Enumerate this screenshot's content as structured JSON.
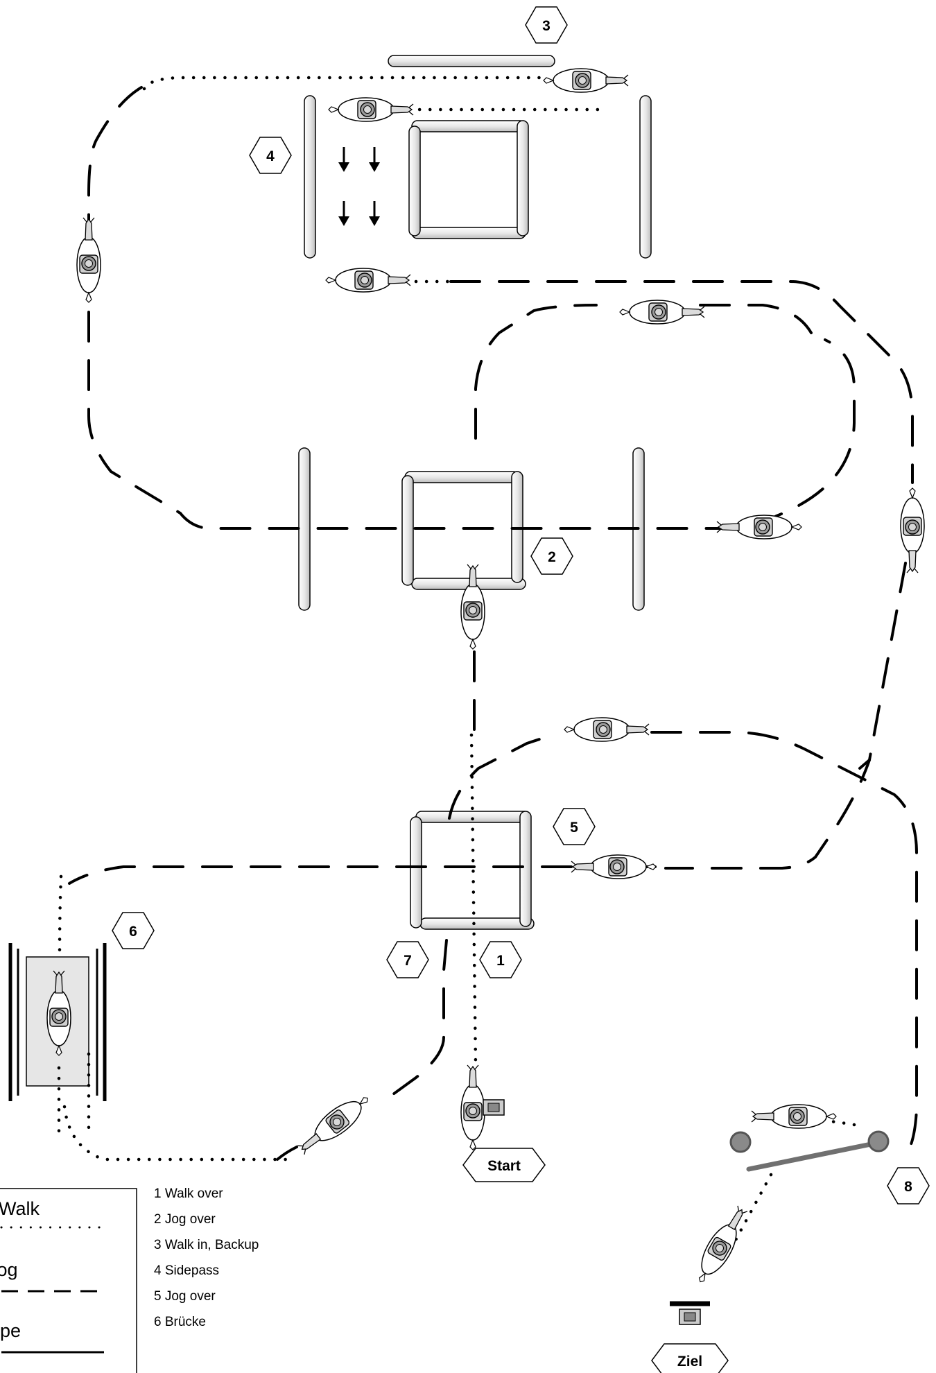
{
  "markers": [
    "1",
    "2",
    "3",
    "4",
    "5",
    "6",
    "7",
    "8"
  ],
  "tags": {
    "start": "Start",
    "finish": "Ziel"
  },
  "legend": {
    "walk": "Walk",
    "jog": "Jog",
    "lope": "Lope"
  },
  "obstacle_list": [
    "1 Walk over",
    "2 Jog over",
    "3 Walk in, Backup",
    "4 Sidepass",
    "5 Jog over",
    "6 Brücke"
  ]
}
